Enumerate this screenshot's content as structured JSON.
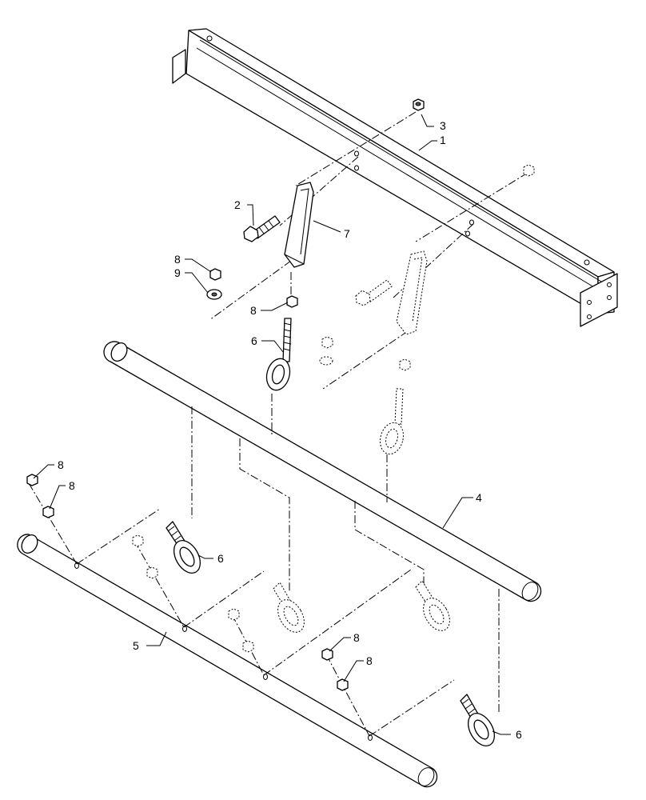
{
  "diagram": {
    "callouts": {
      "c1": "1",
      "c2": "2",
      "c3": "3",
      "c4": "4",
      "c5": "5",
      "c6a": "6",
      "c6b": "6",
      "c6c": "6",
      "c7": "7",
      "c8a": "8",
      "c8b": "8",
      "c8c": "8",
      "c8d": "8",
      "c8e": "8",
      "c8f": "8",
      "c9": "9"
    }
  }
}
